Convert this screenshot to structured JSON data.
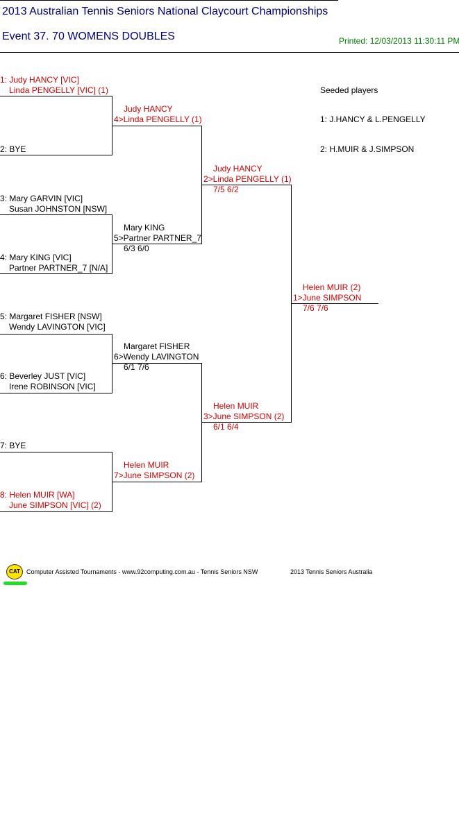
{
  "header": {
    "title": "2013 Australian Tennis Seniors National Claycourt Championships",
    "event": "Event 37. 70 WOMENS DOUBLES",
    "printed": "Printed: 12/03/2013 11:30:11 PM"
  },
  "seeded": {
    "heading": "Seeded players",
    "items": [
      "1: J.HANCY & L.PENGELLY",
      "2: H.MUIR & J.SIMPSON"
    ]
  },
  "round1": [
    {
      "line1": "1: Judy HANCY [VIC]",
      "line2": "Linda PENGELLY [VIC] (1)"
    },
    {
      "line1": "2: BYE",
      "line2": ""
    },
    {
      "line1": "3: Mary GARVIN [VIC]",
      "line2": "Susan JOHNSTON [NSW]"
    },
    {
      "line1": "4: Mary KING [VIC]",
      "line2": "Partner PARTNER_7 [N/A]"
    },
    {
      "line1": "5: Margaret FISHER [NSW]",
      "line2": "Wendy LAVINGTON [VIC]"
    },
    {
      "line1": "6: Beverley JUST [VIC]",
      "line2": "Irene ROBINSON [VIC]"
    },
    {
      "line1": "7: BYE",
      "line2": ""
    },
    {
      "line1": "8: Helen MUIR [WA]",
      "line2": "June SIMPSON [VIC] (2)"
    }
  ],
  "round2": [
    {
      "line1": "Judy HANCY",
      "line2": "4>Linda PENGELLY (1)",
      "score": ""
    },
    {
      "line1": "Mary KING",
      "line2": "5>Partner PARTNER_7",
      "score": "6/3 6/0"
    },
    {
      "line1": "Margaret FISHER",
      "line2": "6>Wendy LAVINGTON",
      "score": "6/1 7/6"
    },
    {
      "line1": "Helen MUIR",
      "line2": "7>June SIMPSON (2)",
      "score": ""
    }
  ],
  "round3": [
    {
      "line1": "Judy HANCY",
      "line2": "2>Linda PENGELLY (1)",
      "score": "7/5 6/2"
    },
    {
      "line1": "Helen MUIR",
      "line2": "3>June SIMPSON (2)",
      "score": "6/1 6/4"
    }
  ],
  "final": {
    "line1": "Helen MUIR (2)",
    "line2": "1>June SIMPSON",
    "score": "7/6 7/6"
  },
  "footer": {
    "logo": "CAT",
    "credits": "Computer Assisted Tournaments - www.92computing.com.au -  Tennis Seniors NSW",
    "copyright": "2013 Tennis Seniors Australia"
  }
}
